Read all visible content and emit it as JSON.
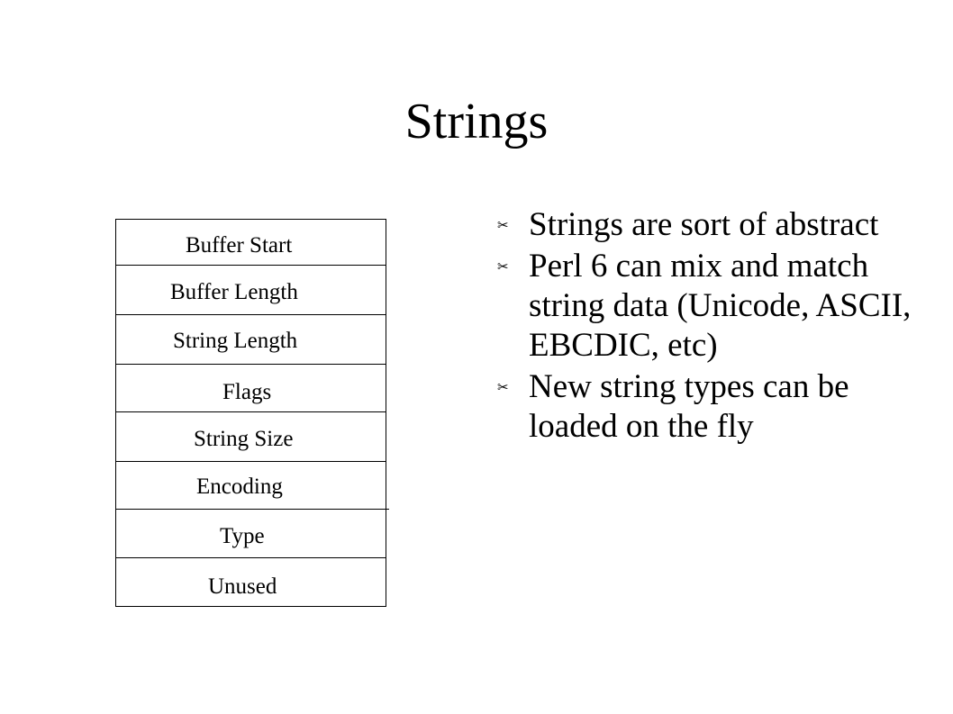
{
  "slide": {
    "title": "Strings"
  },
  "struct_fields": [
    "Buffer Start",
    "Buffer Length",
    "String Length",
    "Flags",
    "String Size",
    "Encoding",
    "Type",
    "Unused"
  ],
  "bullets": [
    "Strings are sort of abstract",
    "Perl 6 can mix and match string data (Unicode, ASCII, EBCDIC, etc)",
    "New string types can be loaded on the fly"
  ],
  "bullet_icon": "scissors-icon"
}
